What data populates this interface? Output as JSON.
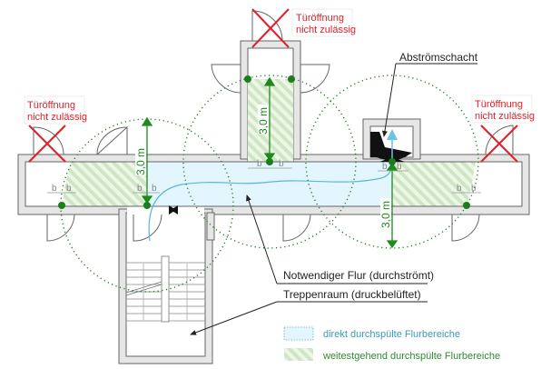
{
  "diagram": {
    "title": "Notwendiger Flur mit Druckbelüftung – Grundriss",
    "warnings": [
      {
        "id": "top",
        "line1": "Türöffnung",
        "line2": "nicht zulässig"
      },
      {
        "id": "left",
        "line1": "Türöffnung",
        "line2": "nicht zulässig"
      },
      {
        "id": "right",
        "line1": "Türöffnung",
        "line2": "nicht zulässig"
      }
    ],
    "callouts": {
      "shaft": "Abströmschacht",
      "corridor": "Notwendiger Flur (durchströmt)",
      "stairwell": "Treppenraum (druckbelüftet)"
    },
    "dimensions": {
      "distance_label": "3,0 m",
      "door_clearance_label": "b"
    },
    "legend": [
      {
        "key": "direct",
        "label": "direkt durchspülte Flurbereiche",
        "color": "#3a9bbf"
      },
      {
        "key": "extended",
        "label": "weitestgehend durchspülte Flurbereiche",
        "color": "#2e8b2e"
      }
    ],
    "colors": {
      "wall": "#e6e6e6",
      "wall_stroke": "#666666",
      "warning": "#e0202a",
      "dimension": "#1e8a1e",
      "flow": "#5ab8d6",
      "direct_fill": "#e3f6fd",
      "point": "#1a7f1a"
    }
  }
}
